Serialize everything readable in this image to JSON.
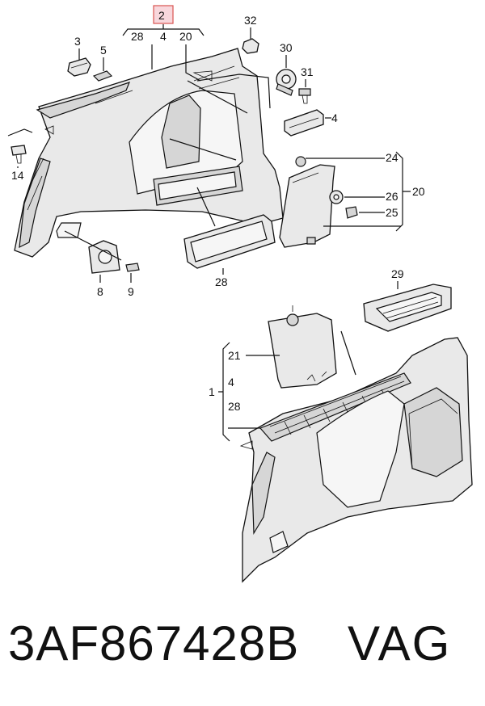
{
  "labels": {
    "l2": "2",
    "l28a": "28",
    "l4a": "4",
    "l20a": "20",
    "l3": "3",
    "l5": "5",
    "l32": "32",
    "l30": "30",
    "l31": "31",
    "l4b": "4",
    "l14": "14",
    "l24": "24",
    "l26": "26",
    "l25": "25",
    "l20b": "20",
    "l8": "8",
    "l9": "9",
    "l28b": "28",
    "l29": "29",
    "l21": "21",
    "l1": "1",
    "l4c": "4",
    "l28c": "28"
  },
  "footer": {
    "part_number": "3AF867428B",
    "brand": "VAG"
  },
  "colors": {
    "highlight_fill": "#f8d7dc",
    "highlight_stroke": "#d9534f"
  }
}
